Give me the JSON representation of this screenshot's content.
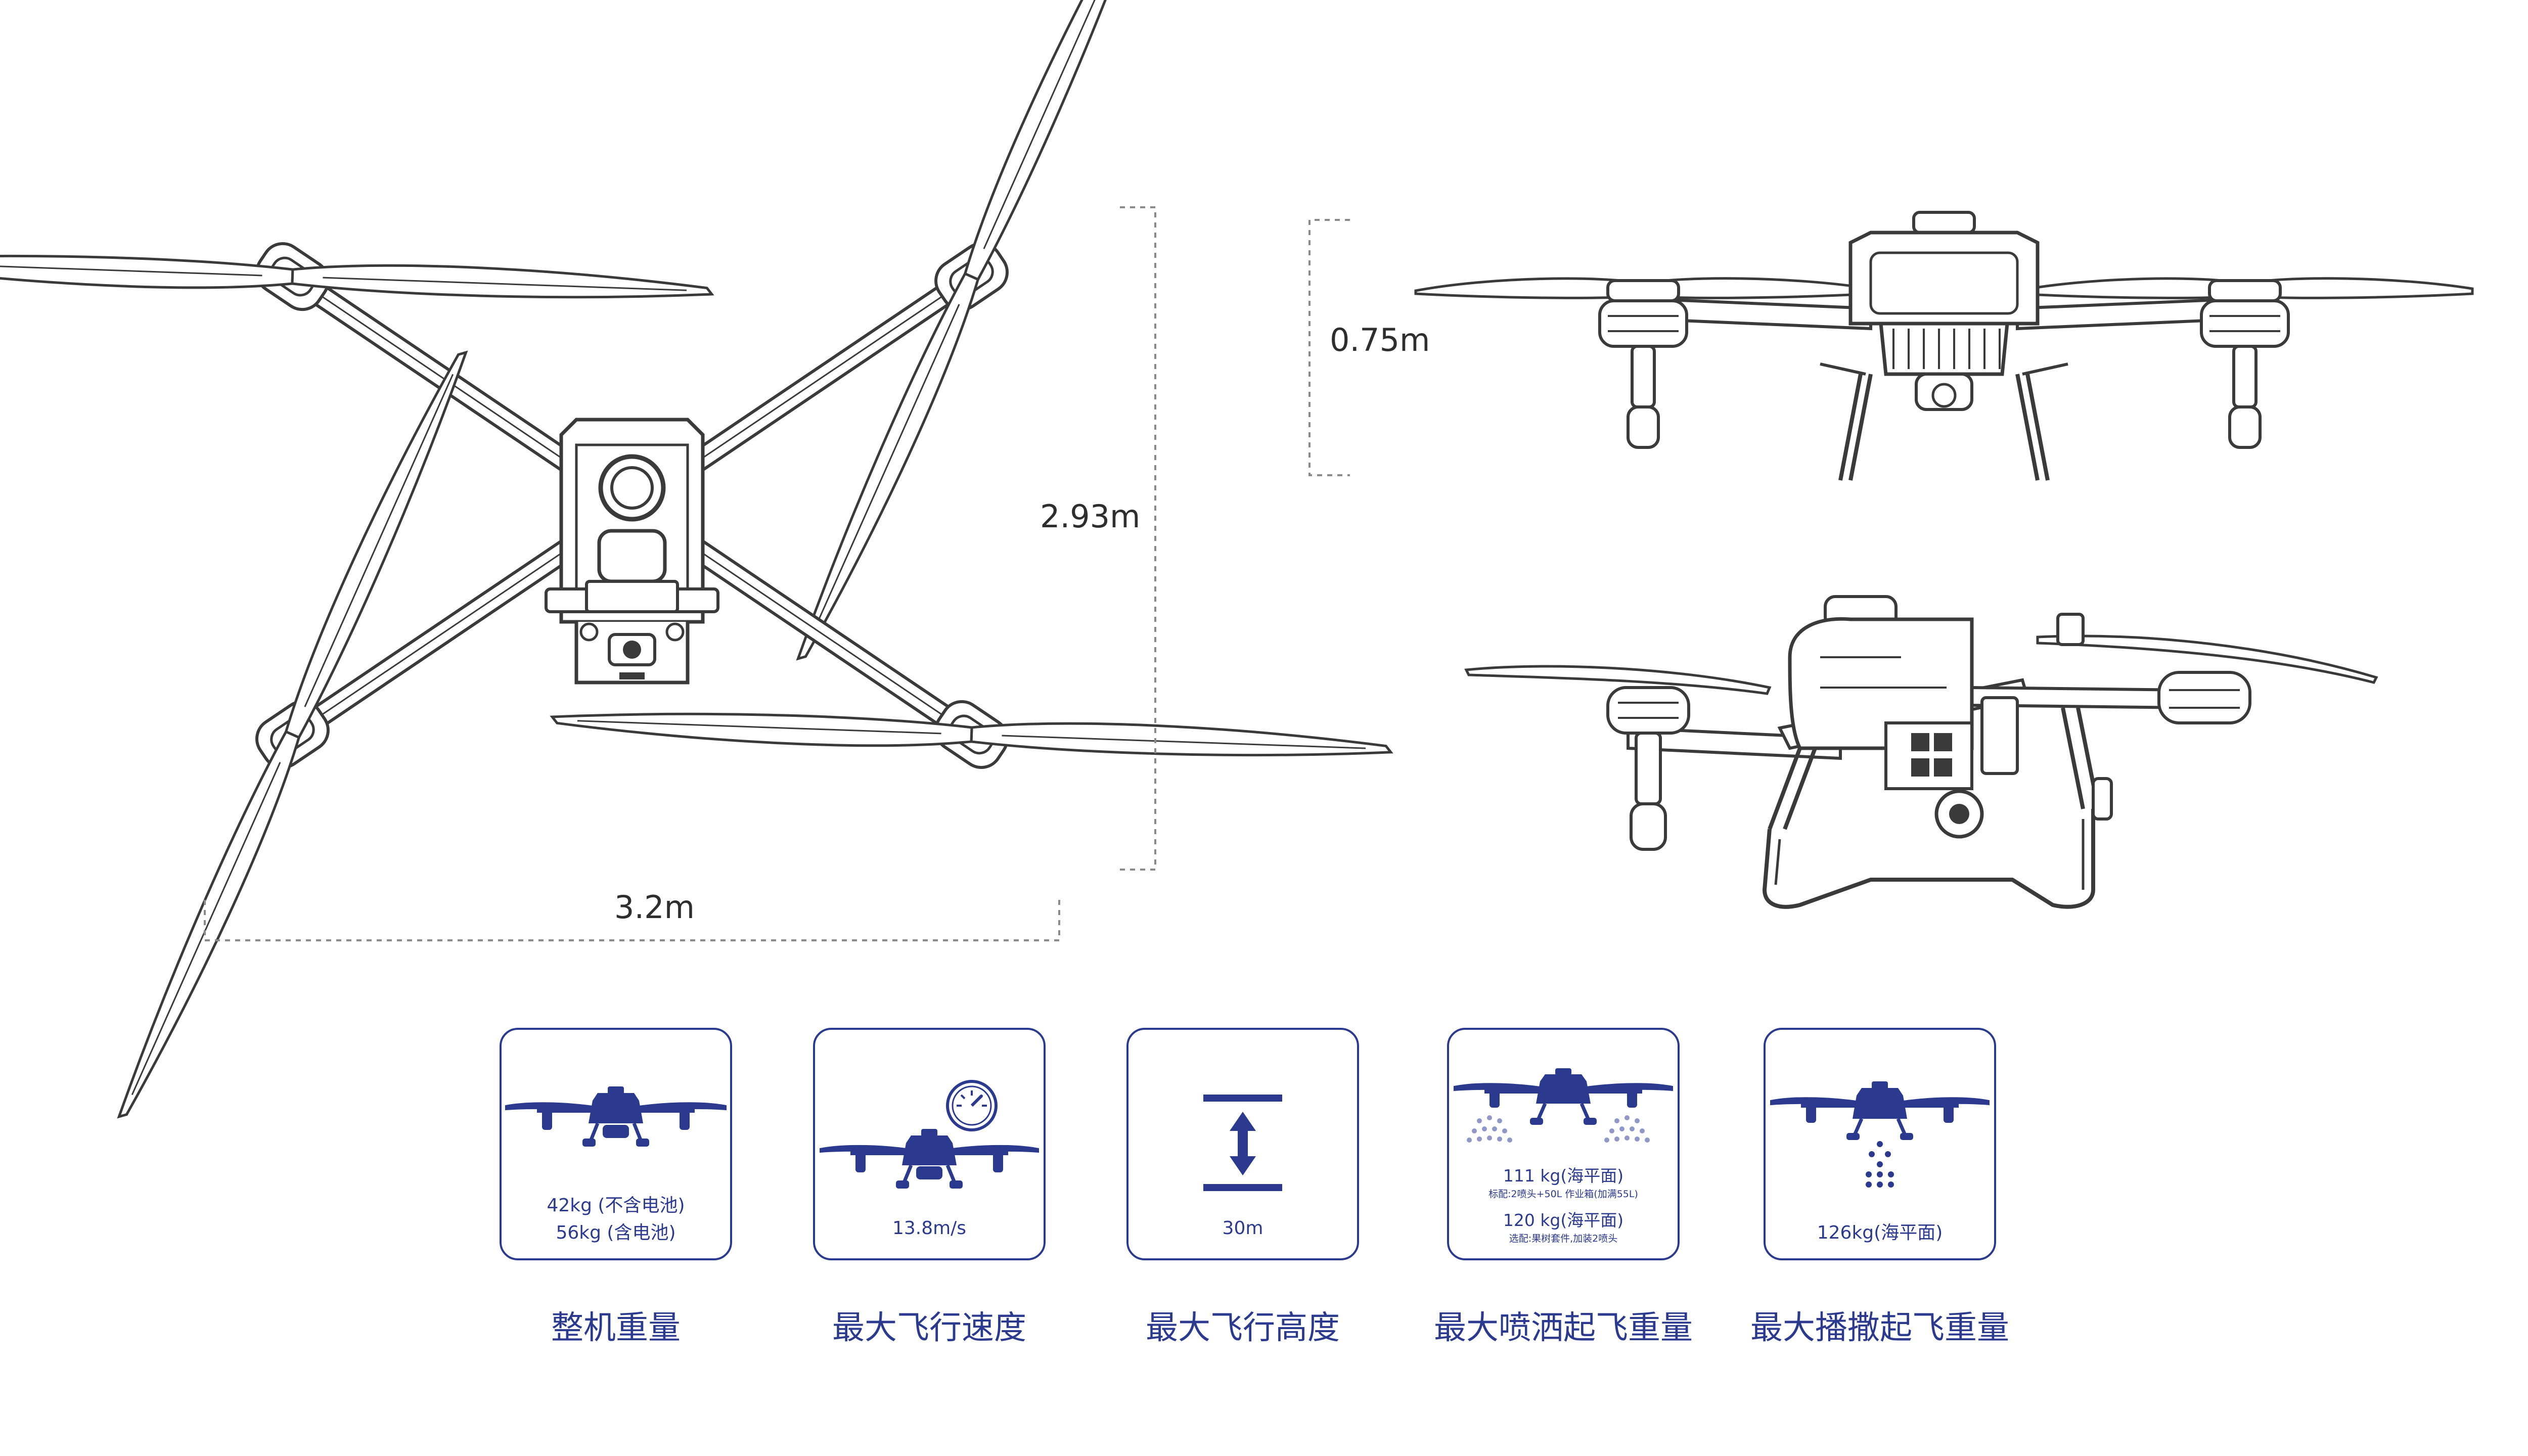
{
  "colors": {
    "accent": "#2b3a8f",
    "line": "#3a3a3a",
    "dimension_line": "#8a8a8a"
  },
  "dimensions": {
    "height": "2.93m",
    "width": "3.2m",
    "side_height": "0.75m"
  },
  "specs": [
    {
      "icon": "drone-icon",
      "value_lines": [
        "42kg (不含电池)",
        "56kg (含电池)"
      ],
      "caption": "整机重量"
    },
    {
      "icon": "speedometer-icon",
      "value_lines": [
        "13.8m/s"
      ],
      "caption": "最大飞行速度"
    },
    {
      "icon": "height-arrow-icon",
      "value_lines": [
        "30m"
      ],
      "caption": "最大飞行高度"
    },
    {
      "icon": "spray-drone-icon",
      "value_1": "111 kg(海平面)",
      "note_1": "标配:2喷头+50L 作业箱(加满55L)",
      "value_2": "120 kg(海平面)",
      "note_2": "选配:果树套件,加装2喷头",
      "caption": "最大喷洒起飞重量"
    },
    {
      "icon": "spread-drone-icon",
      "value_lines": [
        "126kg(海平面)"
      ],
      "caption": "最大播撒起飞重量"
    }
  ]
}
